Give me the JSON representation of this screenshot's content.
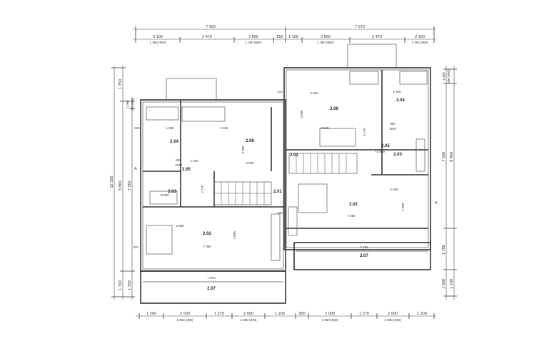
{
  "top_dims": {
    "total_left": "7 420",
    "total_right": "7 670",
    "segments": [
      "2 100",
      "2 470",
      "2 000",
      "850",
      "1 100",
      "2 000",
      "2 470",
      "2 100"
    ],
    "sub": "1 350 (900)"
  },
  "bottom_dims": {
    "segments": [
      "1 200",
      "2 000",
      "1 270",
      "2 000",
      "1 200",
      "950",
      "2 000",
      "1 270",
      "2 000",
      "1 200"
    ],
    "sub": "1 950 (300)"
  },
  "left_dims": {
    "total": "12 260",
    "top": "1 750",
    "mid": "8 960",
    "bottom": "1 700",
    "inner_top": "1 060",
    "inner_top_sub": "350 (900)",
    "inner_mid": "7 500",
    "inner_bottom": "1 700"
  },
  "right_dims": {
    "top": "1 060",
    "top_sub": "300 (900)",
    "mid": "7 500",
    "total": "8 960",
    "bottom_a": "1 700",
    "bottom_b": "1 800",
    "bottom_c": "1 700"
  },
  "section_marker": "A",
  "left_unit": {
    "rooms": [
      "2.04",
      "2.06",
      "2.05",
      "2.03",
      "2.01",
      "2.02",
      "2.07"
    ],
    "dims": [
      "4 915",
      "3 545",
      "3 800",
      "2 685",
      "7 050",
      "7 670",
      "2 800",
      "2 770",
      "1 965",
      "310",
      "310",
      "+2.950",
      "1 200",
      "600",
      "1970"
    ]
  },
  "right_unit": {
    "rooms": [
      "2.06",
      "2.04",
      "2.05",
      "2.03",
      "2.01",
      "2.02",
      "2.07"
    ],
    "dims": [
      "4 915",
      "3 545",
      "3 800",
      "2 685",
      "7 050",
      "7 420",
      "2 800",
      "2 770",
      "1 965",
      "310",
      "310",
      "+2.950",
      "600",
      "1970"
    ]
  }
}
